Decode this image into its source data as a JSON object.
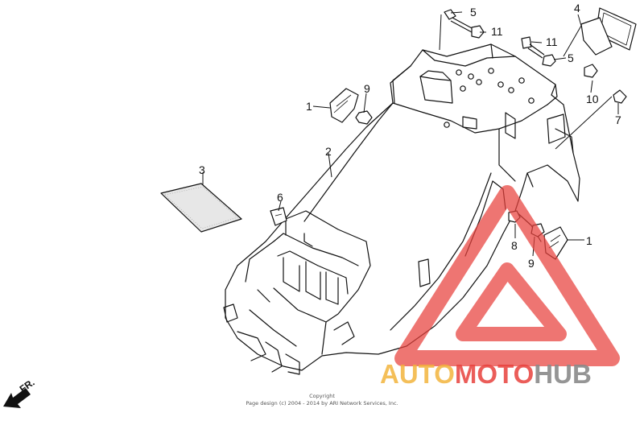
{
  "callouts": {
    "c1_left": "1",
    "c2": "2",
    "c3": "3",
    "c4": "4",
    "c5_top": "5",
    "c5_right": "5",
    "c6": "6",
    "c7": "7",
    "c8": "8",
    "c9_left": "9",
    "c9_right": "9",
    "c10": "10",
    "c11_top": "11",
    "c11_right": "11",
    "c1_right": "1"
  },
  "direction_label": "FR.",
  "copyright": {
    "line1": "Copyright",
    "line2": "Page design (c) 2004 - 2014 by ARI Network Services, Inc."
  },
  "watermark": {
    "part1": "AUTO",
    "part2": "MOTO",
    "part3": "HUB",
    "color_orange": "#f2b43c",
    "color_red": "#e8413c",
    "color_gray": "#8a8a8a"
  }
}
